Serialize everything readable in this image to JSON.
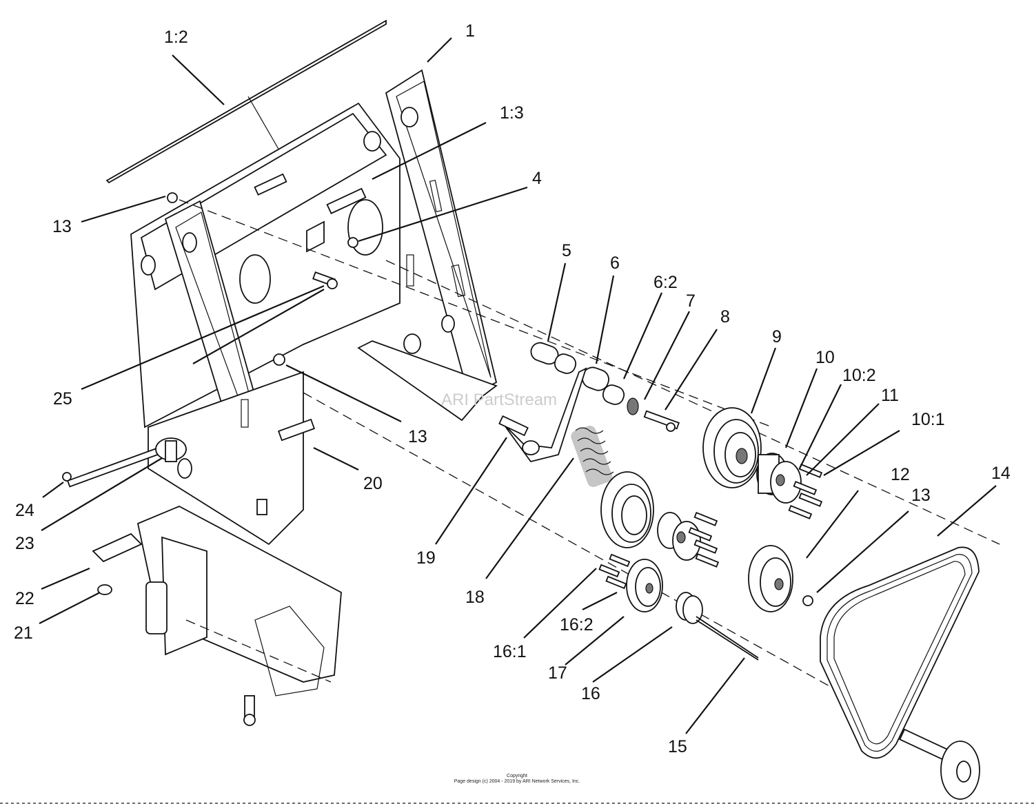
{
  "callouts": [
    {
      "id": "1-2",
      "text": "1:2"
    },
    {
      "id": "1",
      "text": "1"
    },
    {
      "id": "1-3",
      "text": "1:3"
    },
    {
      "id": "4",
      "text": "4"
    },
    {
      "id": "13-a",
      "text": "13"
    },
    {
      "id": "5",
      "text": "5"
    },
    {
      "id": "6",
      "text": "6"
    },
    {
      "id": "6-2",
      "text": "6:2"
    },
    {
      "id": "7",
      "text": "7"
    },
    {
      "id": "8",
      "text": "8"
    },
    {
      "id": "9",
      "text": "9"
    },
    {
      "id": "10",
      "text": "10"
    },
    {
      "id": "10-2",
      "text": "10:2"
    },
    {
      "id": "11",
      "text": "11"
    },
    {
      "id": "10-1",
      "text": "10:1"
    },
    {
      "id": "25",
      "text": "25"
    },
    {
      "id": "13-b",
      "text": "13"
    },
    {
      "id": "20",
      "text": "20"
    },
    {
      "id": "24",
      "text": "24"
    },
    {
      "id": "23",
      "text": "23"
    },
    {
      "id": "22",
      "text": "22"
    },
    {
      "id": "21",
      "text": "21"
    },
    {
      "id": "19",
      "text": "19"
    },
    {
      "id": "18",
      "text": "18"
    },
    {
      "id": "12",
      "text": "12"
    },
    {
      "id": "13-c",
      "text": "13"
    },
    {
      "id": "14",
      "text": "14"
    },
    {
      "id": "16-1",
      "text": "16:1"
    },
    {
      "id": "16-2",
      "text": "16:2"
    },
    {
      "id": "17",
      "text": "17"
    },
    {
      "id": "16",
      "text": "16"
    },
    {
      "id": "15",
      "text": "15"
    }
  ],
  "watermark": "ARI PartStream",
  "footer": {
    "copyright": "Copyright",
    "design": "Page design (c) 2004 - 2019 by ARI Network Services, Inc."
  }
}
